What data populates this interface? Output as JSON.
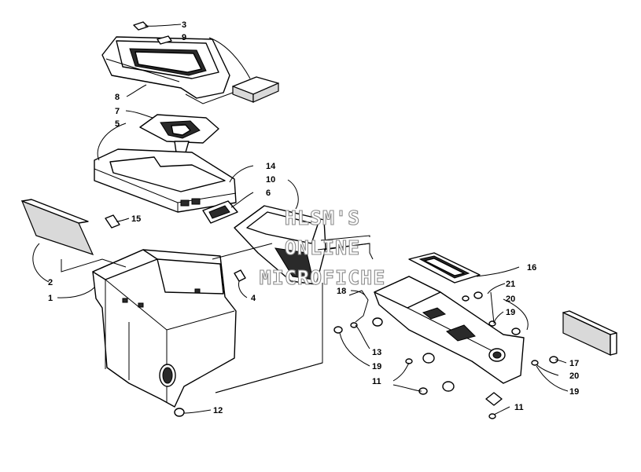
{
  "watermark": {
    "line1": "HLSM'S",
    "line2": "ONLINE",
    "line3": "MICROFICHE"
  },
  "callouts": [
    {
      "id": "c3",
      "text": "3"
    },
    {
      "id": "c9",
      "text": "9"
    },
    {
      "id": "c8",
      "text": "8"
    },
    {
      "id": "c7",
      "text": "7"
    },
    {
      "id": "c5",
      "text": "5"
    },
    {
      "id": "c14",
      "text": "14"
    },
    {
      "id": "c10",
      "text": "10"
    },
    {
      "id": "c6",
      "text": "6"
    },
    {
      "id": "c15",
      "text": "15"
    },
    {
      "id": "c2",
      "text": "2"
    },
    {
      "id": "c1",
      "text": "1"
    },
    {
      "id": "c4",
      "text": "4"
    },
    {
      "id": "c12",
      "text": "12"
    },
    {
      "id": "c16",
      "text": "16"
    },
    {
      "id": "c21",
      "text": "21"
    },
    {
      "id": "c18",
      "text": "18"
    },
    {
      "id": "c20a",
      "text": "20"
    },
    {
      "id": "c19a",
      "text": "19"
    },
    {
      "id": "c13",
      "text": "13"
    },
    {
      "id": "c19b",
      "text": "19"
    },
    {
      "id": "c11a",
      "text": "11"
    },
    {
      "id": "c17",
      "text": "17"
    },
    {
      "id": "c20b",
      "text": "20"
    },
    {
      "id": "c19c",
      "text": "19"
    },
    {
      "id": "c11b",
      "text": "11"
    }
  ]
}
